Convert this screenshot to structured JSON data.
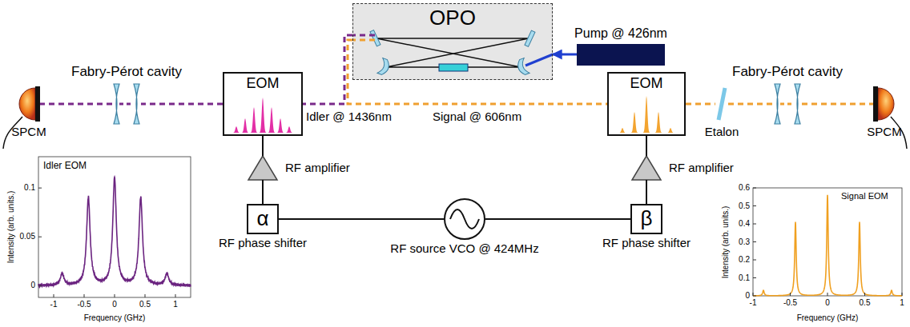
{
  "diagram": {
    "nodes": [
      {
        "text": [
          "OPO"
        ]
      },
      {
        "text": [
          "Pump @ 426nm"
        ]
      },
      {
        "text": [
          "EOM"
        ]
      },
      {
        "text": [
          "EOM"
        ]
      },
      {
        "text": [
          "RF amplifier"
        ]
      },
      {
        "text": [
          "RF amplifier"
        ]
      },
      {
        "text": [
          "α",
          "RF phase shifter"
        ]
      },
      {
        "text": [
          "β",
          "RF phase shifter"
        ]
      },
      {
        "text": [
          "RF source VCO @ 424MHz"
        ]
      },
      {
        "text": [
          "Fabry-Pérot cavity"
        ]
      },
      {
        "text": [
          "SPCM"
        ]
      },
      {
        "text": [
          "Fabry-Pérot cavity"
        ]
      },
      {
        "text": [
          "SPCM"
        ]
      },
      {
        "text": [
          "Etalon"
        ]
      }
    ],
    "edges": [
      {
        "from": 1,
        "to": 0,
        "arrow": "to"
      },
      {
        "from": 0,
        "to": 2,
        "arrow": "none"
      },
      {
        "from": 0,
        "to": 3,
        "arrow": "none"
      },
      {
        "from": 2,
        "to": 9,
        "arrow": "none"
      },
      {
        "from": 9,
        "to": 10,
        "arrow": "none"
      },
      {
        "from": 3,
        "to": 13,
        "arrow": "none"
      },
      {
        "from": 13,
        "to": 11,
        "arrow": "none"
      },
      {
        "from": 11,
        "to": 12,
        "arrow": "none"
      },
      {
        "from": 4,
        "to": 2,
        "arrow": "none"
      },
      {
        "from": 6,
        "to": 4,
        "arrow": "none"
      },
      {
        "from": 8,
        "to": 6,
        "arrow": "none"
      },
      {
        "from": 8,
        "to": 7,
        "arrow": "none"
      },
      {
        "from": 7,
        "to": 5,
        "arrow": "none"
      },
      {
        "from": 5,
        "to": 3,
        "arrow": "none"
      }
    ],
    "labels": [
      "Idler @ 1436nm",
      "Signal @ 606nm",
      "Idler EOM",
      "Intensity (arb. units.)",
      "Frequency (GHz)",
      "-1",
      "-0.5",
      "0",
      "0.5",
      "1",
      "0",
      "0.05",
      "0.1",
      "Signal EOM",
      "Intensity (arb. units.)",
      "Frequency (GHz)",
      "-1",
      "-0.5",
      "0",
      "0.5",
      "1",
      "0",
      "0.1",
      "0.2",
      "0.3",
      "0.4",
      "0.5",
      "0.6"
    ]
  }
}
